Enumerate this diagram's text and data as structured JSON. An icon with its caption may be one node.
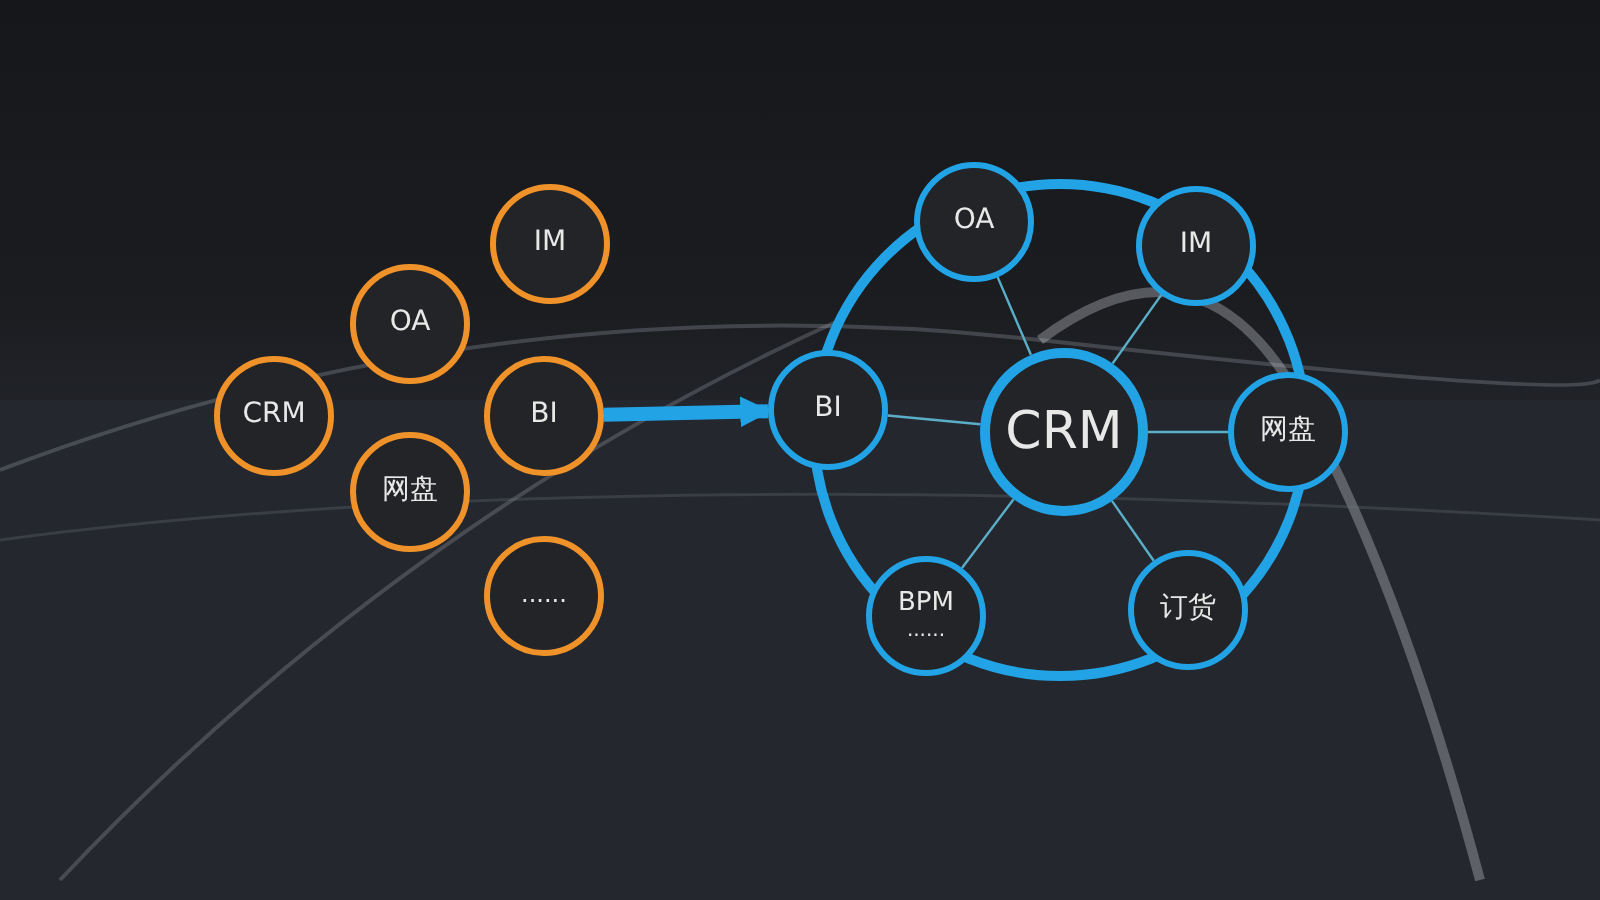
{
  "diagram": {
    "nodes": [
      {
        "text": [
          "IM"
        ]
      },
      {
        "text": [
          "OA"
        ]
      },
      {
        "text": [
          "CRM"
        ]
      },
      {
        "text": [
          "BI"
        ]
      },
      {
        "text": [
          "网盘"
        ]
      },
      {
        "text": [
          "......"
        ]
      },
      {
        "text": [
          "CRM"
        ]
      },
      {
        "text": [
          "OA"
        ]
      },
      {
        "text": [
          "IM"
        ]
      },
      {
        "text": [
          "BI"
        ]
      },
      {
        "text": [
          "网盘"
        ]
      },
      {
        "text": [
          "BPM",
          "......"
        ]
      },
      {
        "text": [
          "订货"
        ]
      }
    ],
    "edges": [
      {
        "from": 3,
        "to": 9,
        "arrow": "to",
        "style": "thick",
        "color": "#22a3e6"
      },
      {
        "from": 6,
        "to": 7,
        "arrow": "none"
      },
      {
        "from": 6,
        "to": 8,
        "arrow": "none"
      },
      {
        "from": 6,
        "to": 9,
        "arrow": "none"
      },
      {
        "from": 6,
        "to": 10,
        "arrow": "none"
      },
      {
        "from": 6,
        "to": 11,
        "arrow": "none"
      },
      {
        "from": 6,
        "to": 12,
        "arrow": "none"
      }
    ]
  }
}
